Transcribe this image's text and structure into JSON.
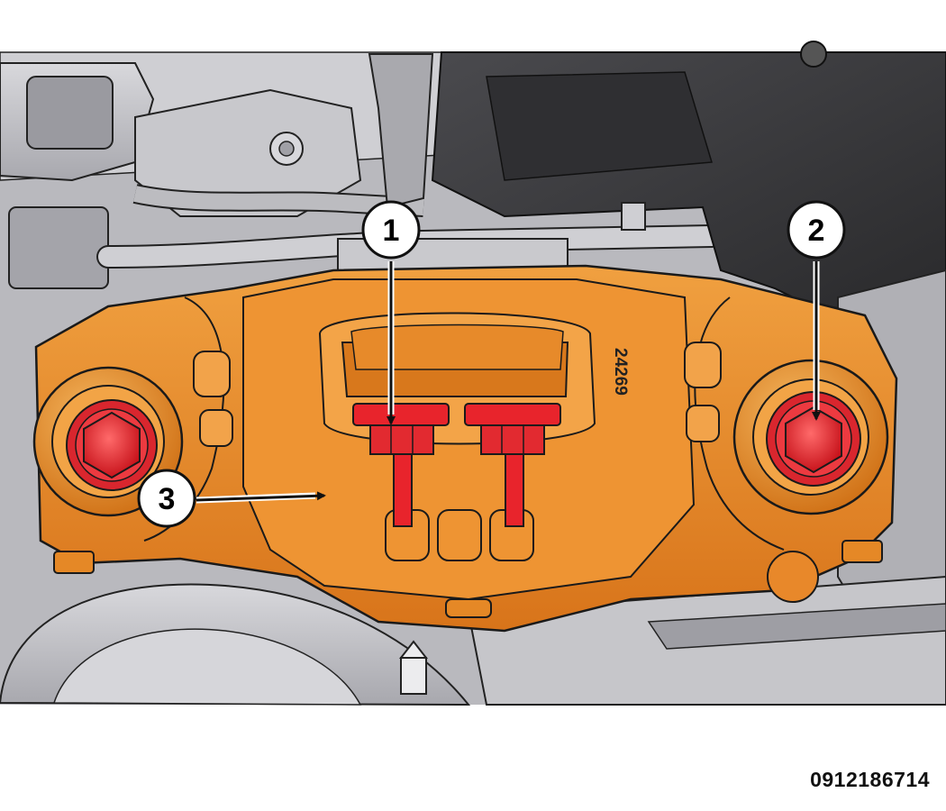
{
  "figure": {
    "figure_id": "0912186714",
    "casting_number": "24269",
    "callouts": [
      {
        "number": "1",
        "target": "mount-to-transmission-nuts"
      },
      {
        "number": "2",
        "target": "mount-to-crossmember-bolt"
      },
      {
        "number": "3",
        "target": "transmission-mount"
      }
    ]
  },
  "colors": {
    "mount_orange": "#ea8a22",
    "fastener_red": "#e8242c",
    "engine_gray": "#c4c4c8",
    "dark_component": "#3a3a3c",
    "outline": "#1a1a1a"
  }
}
